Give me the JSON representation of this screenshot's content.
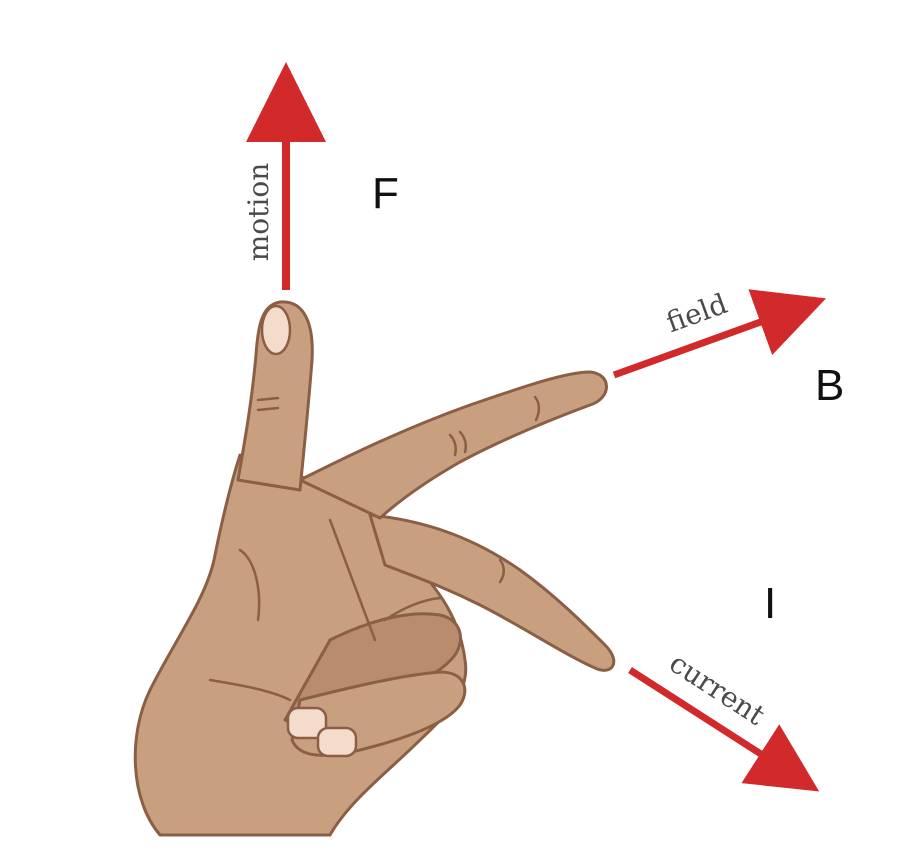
{
  "labels": {
    "force_letter": "F",
    "field_letter": "B",
    "current_letter": "I",
    "motion_label": "motion",
    "field_label": "field",
    "current_label": "current"
  },
  "colors": {
    "arrow": "#d22a2a",
    "skin": "#c9a07f",
    "skin_outline": "#8a5f45",
    "nail": "#f3dccb",
    "letter": "#111111",
    "label": "#4a4a4a"
  },
  "icons": {
    "hand": "left-hand-flemings-rule"
  }
}
